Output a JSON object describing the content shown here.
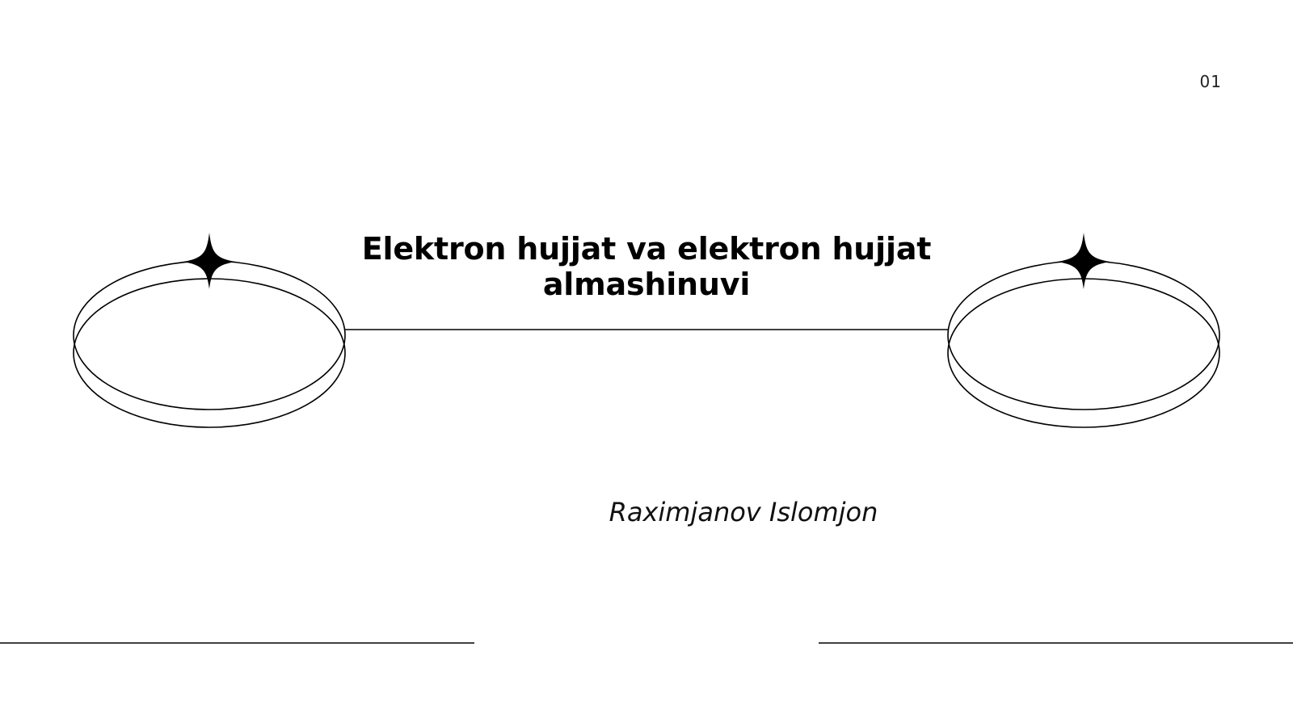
{
  "slide": {
    "page_number": "01",
    "title": "Elektron hujjat va elektron hujjat almashinuvi",
    "author": "Raximjanov Islomjon"
  },
  "decorations": {
    "left_ring_icon": "ring-icon",
    "right_ring_icon": "ring-icon",
    "sparkle_icon": "four-point-star-icon",
    "line_color": "#000000",
    "background_color": "#ffffff"
  }
}
